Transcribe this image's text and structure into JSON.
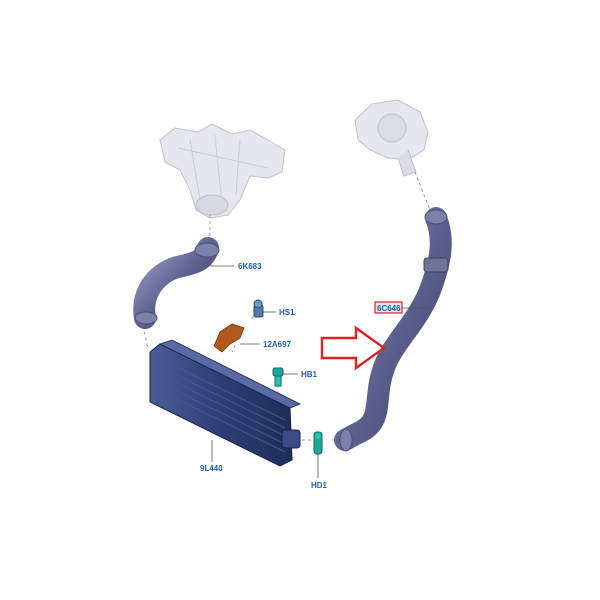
{
  "parts": {
    "hose_upper": {
      "label": "6K683"
    },
    "sensor_hs1": {
      "label": "HS1"
    },
    "bracket": {
      "label": "12A697"
    },
    "bolt_hb1": {
      "label": "HB1"
    },
    "intercooler": {
      "label": "9L440"
    },
    "clip_hd1": {
      "label": "HD1"
    },
    "hose_turbo": {
      "label": "6C646"
    }
  },
  "colors": {
    "label": "#1f5fa8",
    "highlight_box": "#e02020",
    "arrow": "#e02020",
    "hose": "#5a5f86",
    "intercooler": "#2c3f75",
    "bracket": "#b25a1e",
    "teal_part": "#1fa89a",
    "ghost_part": "#c9c9d6"
  },
  "icons": {
    "arrow": "right-arrow-outline-icon"
  }
}
